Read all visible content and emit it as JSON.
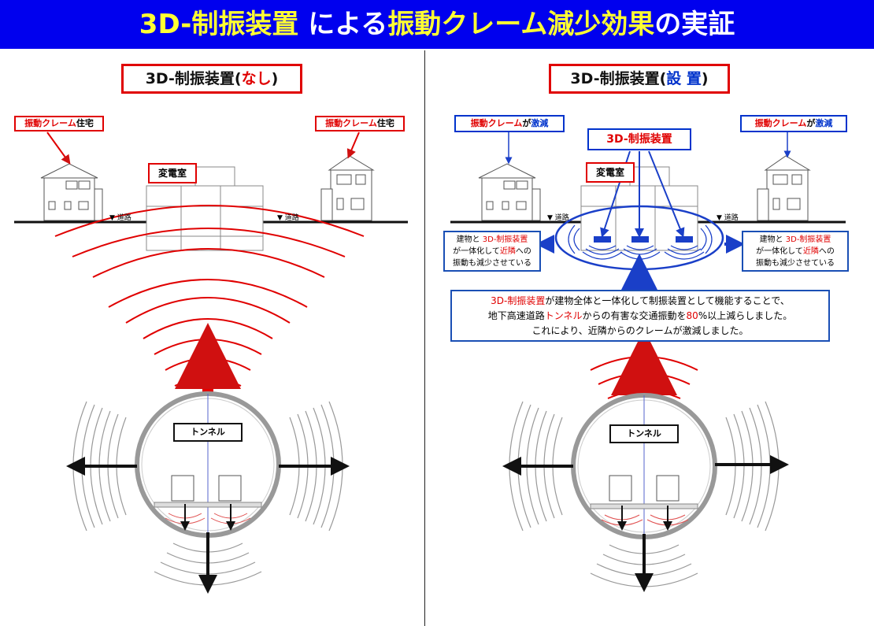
{
  "header": {
    "part1": "3D-制振装置",
    "part2": "による",
    "part3": "振動クレーム減少効果",
    "part4": "の実証"
  },
  "left": {
    "title_main": "3D-制振装置(",
    "title_state": "なし",
    "title_close": ")",
    "house_label_red": "振動クレーム",
    "house_label_suffix": "住宅",
    "substation": "変電室",
    "road": "▼ 道路",
    "tunnel": "トンネル"
  },
  "right": {
    "title_main": "3D-制振装置(",
    "title_state": "設 置",
    "title_close": ")",
    "claim_red": "振動クレーム",
    "claim_mid": "が",
    "claim_blue": "激減",
    "device_label": "3D-制振装置",
    "substation": "変電室",
    "road": "▼ 道路",
    "tunnel": "トンネル",
    "side_box": {
      "l1a": "建物と",
      "l1b": "3D-制振装置",
      "l2a": "が一体化して",
      "l2b": "近隣",
      "l2c": "への",
      "l3": "振動も減少させている"
    },
    "explanation": {
      "l1a": "3D-制振装置",
      "l1b": "が建物全体と一体化して制振装置として機能することで、",
      "l2a": "地下高速道路",
      "l2b": "トンネル",
      "l2c": "からの有害な交通振動を",
      "l2d": "80",
      "l2e": "%以上減らしました。",
      "l3": "これにより、近隣からのクレームが激減しました。"
    }
  },
  "colors": {
    "title_bg": "#0000ee",
    "title_yellow": "#ffff33",
    "accent_red": "#e00000",
    "accent_blue": "#1a4fb5"
  }
}
